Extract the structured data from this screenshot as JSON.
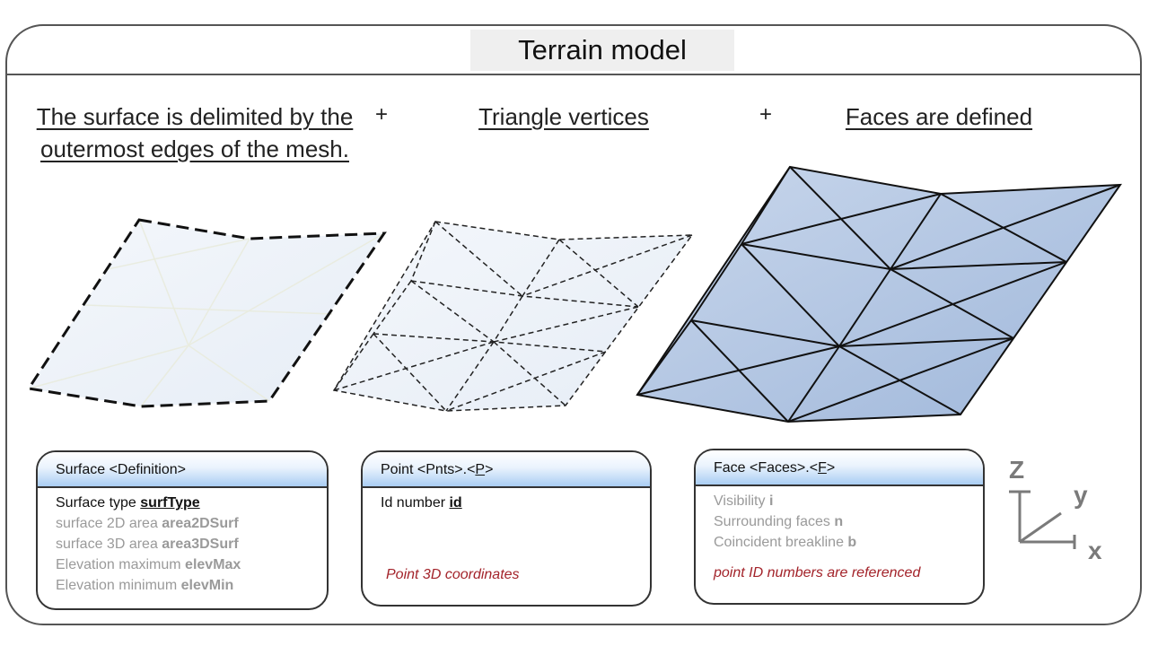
{
  "title": "Terrain model",
  "headings": {
    "surface": "The surface is delimited by the outermost edges of the mesh.",
    "vertices": "Triangle vertices",
    "faces": "Faces are defined"
  },
  "plus_sign": "+",
  "cards": {
    "surface": {
      "header": "Surface <Definition>",
      "rows": [
        {
          "label": "Surface type ",
          "attr": "surfType"
        },
        {
          "label": "surface 2D area ",
          "attr": "area2DSurf"
        },
        {
          "label": "surface 3D area ",
          "attr": "area3DSurf"
        },
        {
          "label": "Elevation maximum ",
          "attr": "elevMax"
        },
        {
          "label": "Elevation minimum ",
          "attr": "elevMin"
        }
      ]
    },
    "point": {
      "header_pre": "Point <Pnts>.<",
      "header_key": "P",
      "header_post": ">",
      "rows": [
        {
          "label": "Id number ",
          "attr": "id"
        }
      ],
      "note": "Point 3D coordinates"
    },
    "face": {
      "header_pre": "Face <Faces>.<",
      "header_key": "F",
      "header_post": ">",
      "rows": [
        {
          "label": "Visibility ",
          "attr": "i"
        },
        {
          "label": "Surrounding faces  ",
          "attr": "n"
        },
        {
          "label": "Coincident breakline ",
          "attr": "b"
        }
      ],
      "note": "point ID numbers are referenced"
    }
  },
  "axes": {
    "z": "Z",
    "y": "y",
    "x": "x"
  },
  "colors": {
    "face_fill": "#a8bfdf",
    "note_red": "#a3232a",
    "header_blue": "#a9cdf3",
    "grey_text": "#9a9a9a"
  }
}
